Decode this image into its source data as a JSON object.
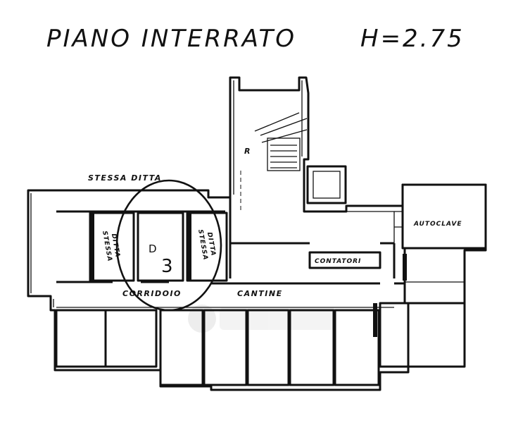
{
  "title": "PIANO INTERRATO",
  "height_note": "H=2.75",
  "labels": {
    "stessa_ditta_top": "STESSA DITTA",
    "stessa_left_1": "STESSA",
    "stessa_left_2": "DITTA",
    "stessa_right_1": "STESSA",
    "stessa_right_2": "DITTA",
    "corridoio": "CORRIDOIO",
    "cantine": "CANTINE",
    "contatori": "CONTATORI",
    "autoclave": "AUTOCLAVE",
    "r_mark": "R",
    "unit_letter": "D",
    "unit_number": "3"
  }
}
